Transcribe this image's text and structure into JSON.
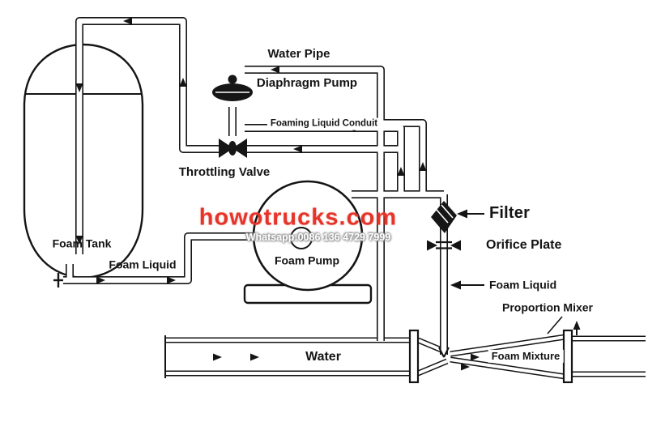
{
  "diagram": {
    "labels": {
      "water_pipe": "Water Pipe",
      "diaphragm_pump": "Diaphragm Pump",
      "foaming_liquid_conduit": "Foaming Liquid Conduit",
      "throttling_valve": "Throttling Valve",
      "foam_tank": "Foam Tank",
      "foam_liquid_left": "Foam Liquid",
      "foam_pump": "Foam Pump",
      "water": "Water",
      "foam_mixture": "Foam Mixture",
      "filter": "Filter",
      "orifice_plate": "Orifice Plate",
      "foam_liquid_right": "Foam Liquid",
      "proportion_mixer": "Proportion Mixer"
    },
    "watermark": {
      "site": "howotrucks.com",
      "whatsapp": "Whatsapp:0086 136 4729 7999",
      "site_color": "#e5352b"
    },
    "colors": {
      "line": "#141414",
      "background": "#ffffff"
    }
  }
}
